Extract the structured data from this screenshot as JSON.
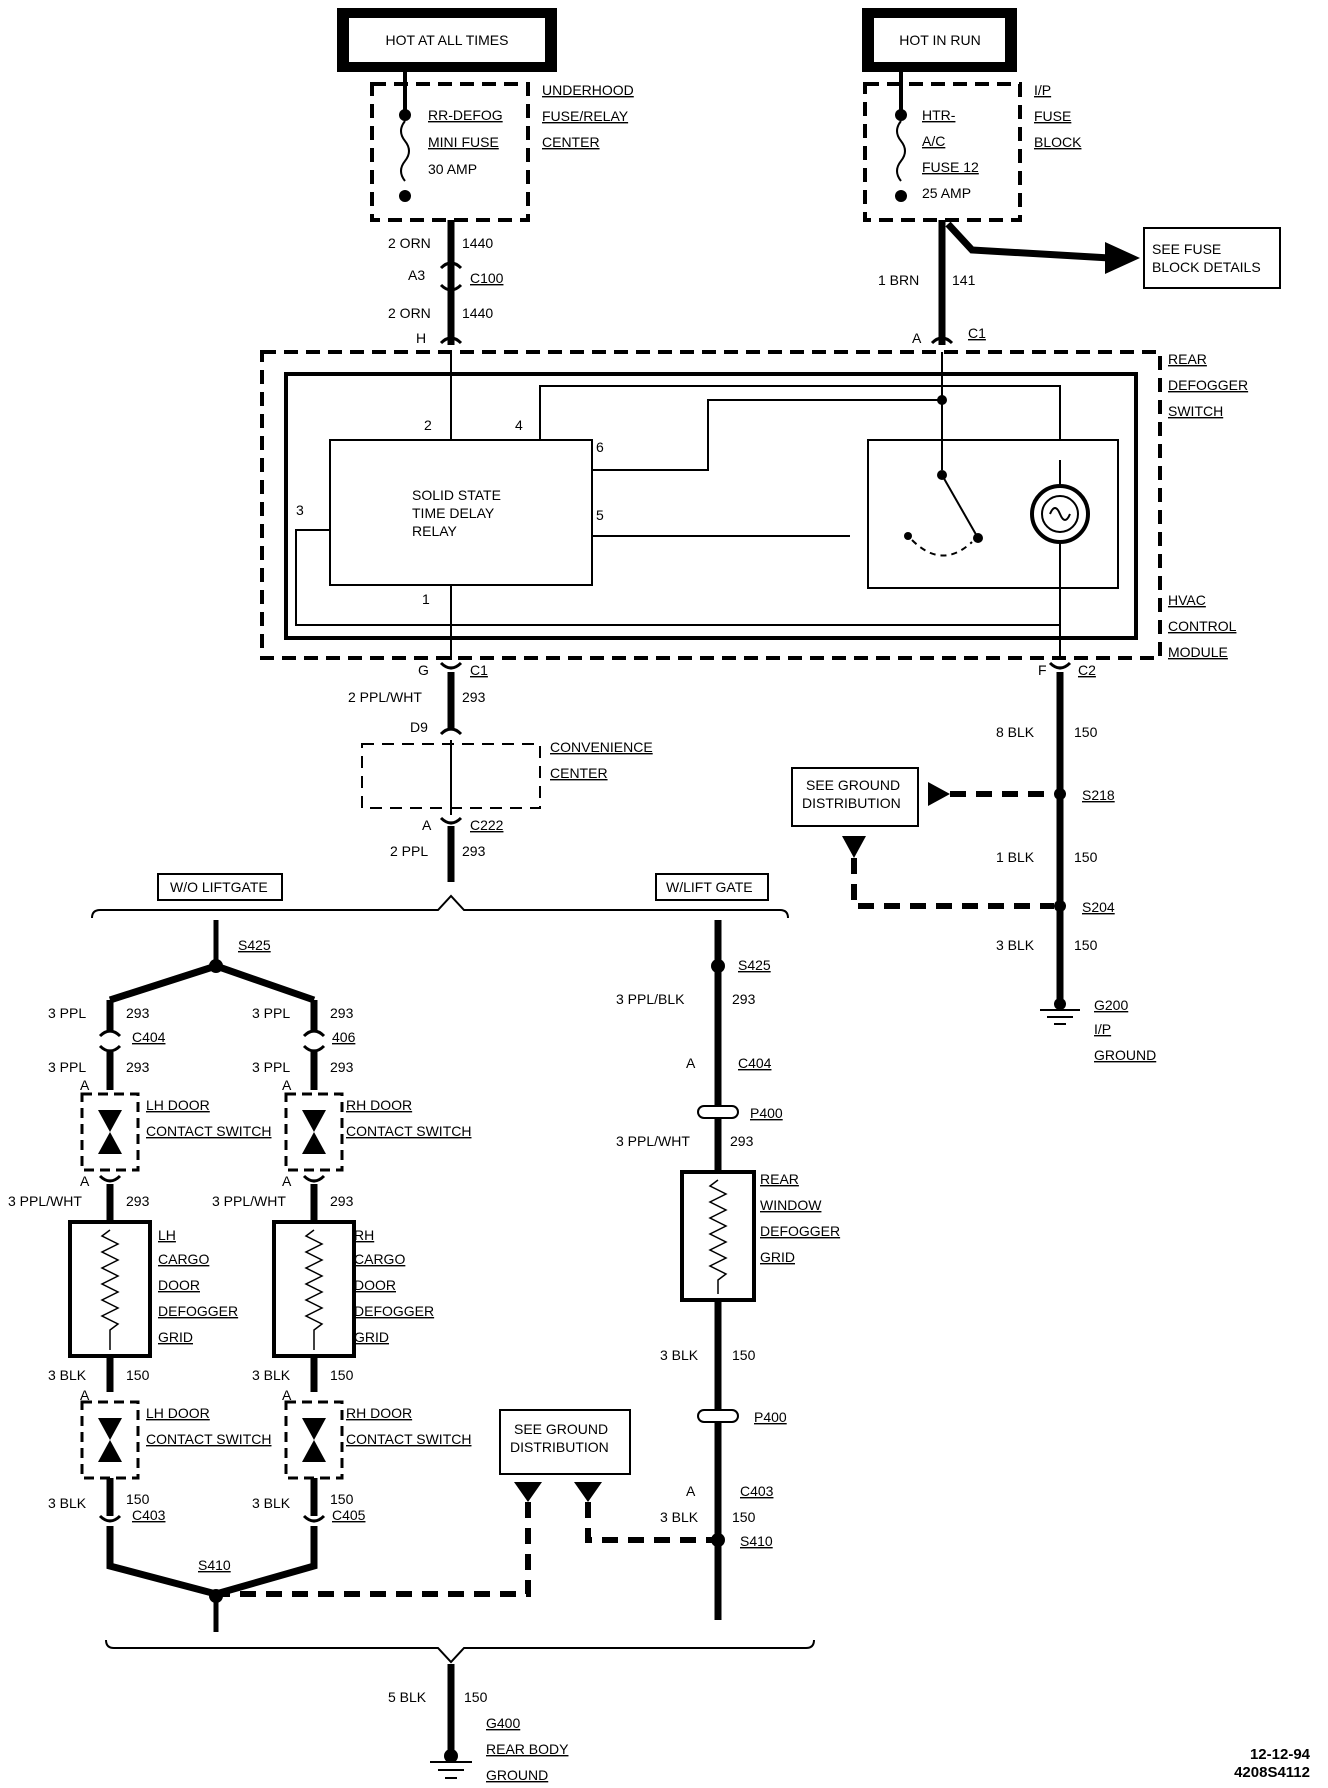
{
  "power": {
    "hot_at_all_times": "HOT AT ALL TIMES",
    "hot_in_run": "HOT IN RUN"
  },
  "fuses": {
    "underhood": {
      "fuse_lines": [
        "RR-DEFOG",
        "MINI FUSE",
        "30 AMP"
      ],
      "location_lines": [
        "UNDERHOOD",
        "FUSE/RELAY",
        "CENTER"
      ]
    },
    "ip": {
      "fuse_lines": [
        "HTR-",
        "A/C",
        "FUSE 12",
        "25 AMP"
      ],
      "location_lines": [
        "I/P",
        "FUSE",
        "BLOCK"
      ]
    },
    "see_fuse_block_details": [
      "SEE FUSE",
      "BLOCK DETAILS"
    ]
  },
  "wires": {
    "w_2orn": "2 ORN",
    "w_1440": "1440",
    "w_1brn": "1 BRN",
    "w_141": "141",
    "w_2ppl_wht": "2 PPL/WHT",
    "w_293": "293",
    "w_2ppl": "2 PPL",
    "w_8blk": "8 BLK",
    "w_1blk": "1 BLK",
    "w_3blk": "3 BLK",
    "w_150": "150",
    "w_3ppl": "3 PPL",
    "w_3ppl_wht": "3 PPL/WHT",
    "w_3ppl_blk": "3 PPL/BLK",
    "w_5blk": "5 BLK"
  },
  "connectors": {
    "a3": "A3",
    "c100": "C100",
    "h": "H",
    "a": "A",
    "c1": "C1",
    "g": "G",
    "f": "F",
    "c2": "C2",
    "d9": "D9",
    "c222": "C222",
    "c404": "C404",
    "c406": "406",
    "c403": "C403",
    "c405": "C405",
    "p400": "P400"
  },
  "splices": {
    "s218": "S218",
    "s204": "S204",
    "s425": "S425",
    "s410": "S410"
  },
  "switch_module": {
    "rear_defogger_switch": [
      "REAR",
      "DEFOGGER",
      "SWITCH"
    ],
    "hvac_module": [
      "HVAC",
      "CONTROL",
      "MODULE"
    ],
    "relay_lines": [
      "SOLID STATE",
      "TIME DELAY",
      "RELAY"
    ],
    "pins": [
      "1",
      "2",
      "3",
      "4",
      "5",
      "6"
    ]
  },
  "convenience_center": [
    "CONVENIENCE",
    "CENTER"
  ],
  "ground_distribution": [
    "SEE GROUND",
    "DISTRIBUTION"
  ],
  "g200": [
    "G200",
    "I/P",
    "GROUND"
  ],
  "g400": [
    "G400",
    "REAR BODY",
    "GROUND"
  ],
  "branches": {
    "wo_liftgate": "W/O LIFTGATE",
    "w_liftgate": "W/LIFT GATE"
  },
  "components": {
    "lh_door_contact_switch": [
      "LH DOOR",
      "CONTACT SWITCH"
    ],
    "rh_door_contact_switch": [
      "RH DOOR",
      "CONTACT SWITCH"
    ],
    "lh_cargo_grid": [
      "LH",
      "CARGO",
      "DOOR",
      "DEFOGGER",
      "GRID"
    ],
    "rh_cargo_grid": [
      "RH",
      "CARGO",
      "DOOR",
      "DEFOGGER",
      "GRID"
    ],
    "rear_window_grid": [
      "REAR",
      "WINDOW",
      "DEFOGGER",
      "GRID"
    ]
  },
  "stamp": {
    "date": "12-12-94",
    "code": "4208S4112"
  }
}
